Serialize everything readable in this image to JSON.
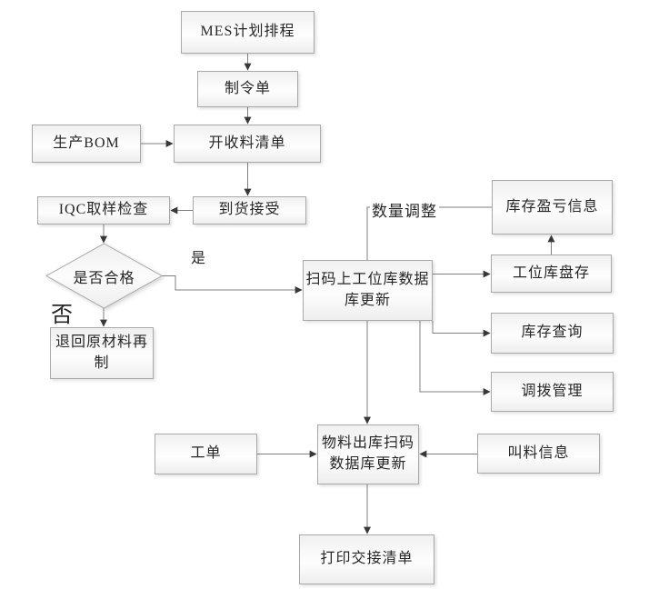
{
  "nodes": {
    "mes_schedule": {
      "label": "MES计划排程"
    },
    "manufacture_order": {
      "label": "制令单"
    },
    "production_bom": {
      "label": "生产BOM"
    },
    "open_receiving_list": {
      "label": "开收料清单"
    },
    "arrival_acceptance": {
      "label": "到货接受"
    },
    "iqc_sampling": {
      "label": "IQC取样检查"
    },
    "qualified_decision": {
      "label": "是否合格"
    },
    "return_raw_material": {
      "label": "退回原材料再制"
    },
    "scan_station_update": {
      "label": "扫码上工位库数据库更新"
    },
    "inventory_profit_loss": {
      "label": "库存盈亏信息"
    },
    "station_stocktaking": {
      "label": "工位库盘存"
    },
    "inventory_query": {
      "label": "库存查询"
    },
    "transfer_management": {
      "label": "调拨管理"
    },
    "work_order": {
      "label": "工单"
    },
    "outbound_scan_update": {
      "label": "物料出库扫码数据库更新"
    },
    "material_call_info": {
      "label": "叫料信息"
    },
    "print_handover_list": {
      "label": "打印交接清单"
    }
  },
  "edges": [
    {
      "from": "mes_schedule",
      "to": "manufacture_order",
      "arrow": true
    },
    {
      "from": "manufacture_order",
      "to": "open_receiving_list",
      "arrow": true
    },
    {
      "from": "production_bom",
      "to": "open_receiving_list",
      "arrow": true
    },
    {
      "from": "open_receiving_list",
      "to": "arrival_acceptance",
      "arrow": true
    },
    {
      "from": "arrival_acceptance",
      "to": "iqc_sampling",
      "arrow": true
    },
    {
      "from": "iqc_sampling",
      "to": "qualified_decision",
      "arrow": true
    },
    {
      "from": "qualified_decision",
      "to": "return_raw_material",
      "label": "否",
      "arrow": true
    },
    {
      "from": "qualified_decision",
      "to": "scan_station_update",
      "label": "是",
      "arrow": true
    },
    {
      "from": "scan_station_update",
      "to": "inventory_profit_loss",
      "label": "数量调整",
      "arrow": false
    },
    {
      "from": "scan_station_update",
      "to": "station_stocktaking",
      "arrow": true
    },
    {
      "from": "station_stocktaking",
      "to": "inventory_profit_loss",
      "arrow": true
    },
    {
      "from": "scan_station_update",
      "to": "inventory_query",
      "arrow": true
    },
    {
      "from": "scan_station_update",
      "to": "transfer_management",
      "arrow": true
    },
    {
      "from": "scan_station_update",
      "to": "outbound_scan_update",
      "arrow": true
    },
    {
      "from": "work_order",
      "to": "outbound_scan_update",
      "arrow": true
    },
    {
      "from": "material_call_info",
      "to": "outbound_scan_update",
      "arrow": true
    },
    {
      "from": "outbound_scan_update",
      "to": "print_handover_list",
      "arrow": true
    }
  ],
  "colors": {
    "background": "#ffffff",
    "box_border": "#a9a9a9",
    "box_fill": "#f5f5f5",
    "line": "#7f7f7f",
    "arrowhead": "#383838",
    "text": "#262626"
  }
}
